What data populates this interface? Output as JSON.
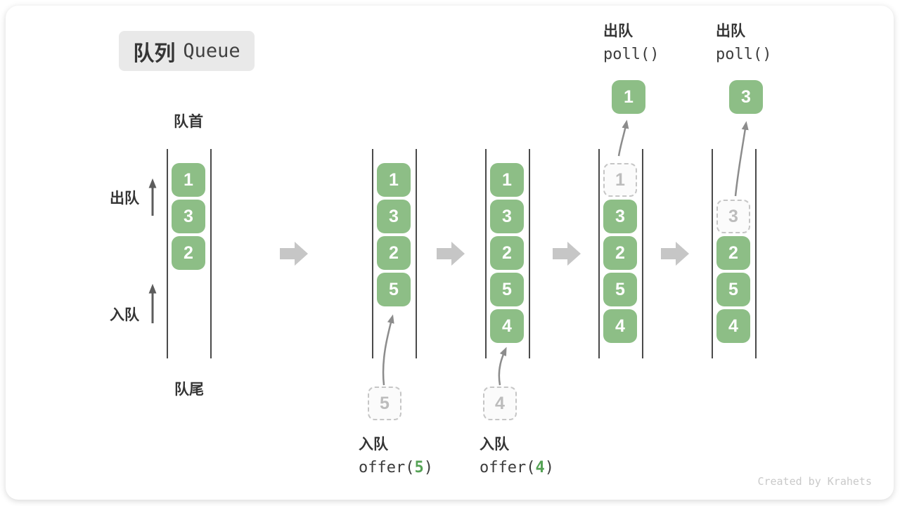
{
  "title": {
    "zh": "队列",
    "en": "Queue"
  },
  "labels": {
    "front": "队首",
    "rear": "队尾",
    "dequeue": "出队",
    "enqueue": "入队"
  },
  "watermark": "Created by Krahets",
  "colors": {
    "box_green": "#8dbe86",
    "arg_green": "#55a255",
    "title_bg": "#e9e9e9",
    "label_dark": "#353535",
    "line": "#4a4a4a",
    "dash_border": "#c6c6c6",
    "dash_text": "#bcbcbc",
    "arrow_dark": "#5c5c5c",
    "arrow_mid": "#8c8c8c",
    "arrow_light": "#c6c6c6"
  },
  "states": [
    {
      "slots": [
        {
          "v": "1",
          "t": "solid"
        },
        {
          "v": "3",
          "t": "solid"
        },
        {
          "v": "2",
          "t": "solid"
        }
      ]
    },
    {
      "slots": [
        {
          "v": "1",
          "t": "solid"
        },
        {
          "v": "3",
          "t": "solid"
        },
        {
          "v": "2",
          "t": "solid"
        },
        {
          "v": "5",
          "t": "solid"
        }
      ],
      "pending_box": "5",
      "caption": {
        "zh": "入队",
        "fn_pre": "offer(",
        "arg": "5",
        "fn_post": ")"
      }
    },
    {
      "slots": [
        {
          "v": "1",
          "t": "solid"
        },
        {
          "v": "3",
          "t": "solid"
        },
        {
          "v": "2",
          "t": "solid"
        },
        {
          "v": "5",
          "t": "solid"
        },
        {
          "v": "4",
          "t": "solid"
        }
      ],
      "pending_box": "4",
      "caption": {
        "zh": "入队",
        "fn_pre": "offer(",
        "arg": "4",
        "fn_post": ")"
      }
    },
    {
      "slots": [
        {
          "v": "1",
          "t": "dashed"
        },
        {
          "v": "3",
          "t": "solid"
        },
        {
          "v": "2",
          "t": "solid"
        },
        {
          "v": "5",
          "t": "solid"
        },
        {
          "v": "4",
          "t": "solid"
        }
      ],
      "removed_box": "1",
      "top_caption": {
        "zh": "出队",
        "fn": "poll()"
      }
    },
    {
      "slots": [
        {
          "t": "empty"
        },
        {
          "v": "3",
          "t": "dashed"
        },
        {
          "v": "2",
          "t": "solid"
        },
        {
          "v": "5",
          "t": "solid"
        },
        {
          "v": "4",
          "t": "solid"
        }
      ],
      "removed_box": "3",
      "top_caption": {
        "zh": "出队",
        "fn": "poll()"
      }
    }
  ]
}
